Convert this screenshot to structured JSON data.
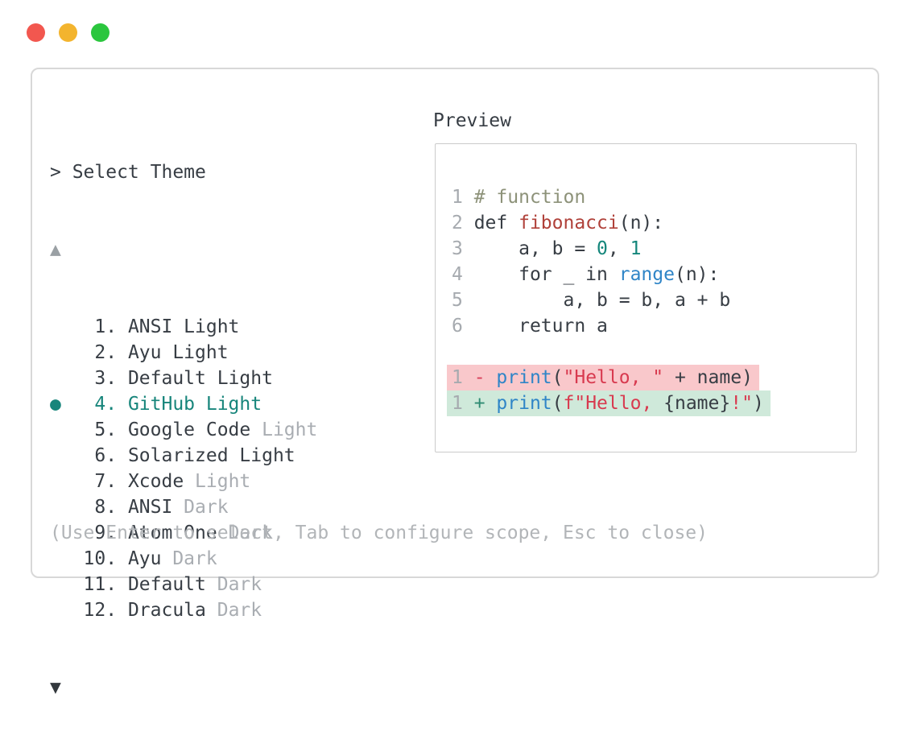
{
  "window": {
    "traffic_lights": [
      {
        "name": "close",
        "color": "#f2574f"
      },
      {
        "name": "minimize",
        "color": "#f3b42e"
      },
      {
        "name": "zoom",
        "color": "#2bc63e"
      }
    ]
  },
  "picker": {
    "prompt": "> Select Theme",
    "scroll_up_icon": "▲",
    "scroll_down_icon": "▼",
    "selected_marker": "●",
    "items": [
      {
        "num": "1",
        "name": "ANSI Light",
        "suffix": "",
        "selected": false
      },
      {
        "num": "2",
        "name": "Ayu Light",
        "suffix": "",
        "selected": false
      },
      {
        "num": "3",
        "name": "Default Light",
        "suffix": "",
        "selected": false
      },
      {
        "num": "4",
        "name": "GitHub Light",
        "suffix": "",
        "selected": true
      },
      {
        "num": "5",
        "name": "Google Code",
        "suffix": "Light",
        "selected": false
      },
      {
        "num": "6",
        "name": "Solarized Light",
        "suffix": "",
        "selected": false
      },
      {
        "num": "7",
        "name": "Xcode",
        "suffix": "Light",
        "selected": false
      },
      {
        "num": "8",
        "name": "ANSI",
        "suffix": "Dark",
        "selected": false
      },
      {
        "num": "9",
        "name": "Atom One",
        "suffix": "Dark",
        "selected": false
      },
      {
        "num": "10",
        "name": "Ayu",
        "suffix": "Dark",
        "selected": false
      },
      {
        "num": "11",
        "name": "Default",
        "suffix": "Dark",
        "selected": false
      },
      {
        "num": "12",
        "name": "Dracula",
        "suffix": "Dark",
        "selected": false
      }
    ],
    "footer_hint": "(Use Enter to select, Tab to configure scope, Esc to close)"
  },
  "preview": {
    "title": "Preview",
    "code_lines": [
      {
        "num": "1",
        "tokens": [
          [
            "comment",
            "# function"
          ]
        ]
      },
      {
        "num": "2",
        "tokens": [
          [
            "plain",
            "def "
          ],
          [
            "func",
            "fibonacci"
          ],
          [
            "plain",
            "(n):"
          ]
        ]
      },
      {
        "num": "3",
        "tokens": [
          [
            "plain",
            "    a, b = "
          ],
          [
            "number",
            "0"
          ],
          [
            "plain",
            ", "
          ],
          [
            "number",
            "1"
          ]
        ]
      },
      {
        "num": "4",
        "tokens": [
          [
            "plain",
            "    for _ in "
          ],
          [
            "builtin",
            "range"
          ],
          [
            "plain",
            "(n):"
          ]
        ]
      },
      {
        "num": "5",
        "tokens": [
          [
            "plain",
            "        a, b = b, a + b"
          ]
        ]
      },
      {
        "num": "6",
        "tokens": [
          [
            "plain",
            "    return a"
          ]
        ]
      }
    ],
    "diff_lines": [
      {
        "num": "1",
        "kind": "removed",
        "tokens": [
          [
            "sign-removed",
            "- "
          ],
          [
            "builtin",
            "print"
          ],
          [
            "plain",
            "("
          ],
          [
            "string",
            "\"Hello, \""
          ],
          [
            "plain",
            " + name)"
          ]
        ]
      },
      {
        "num": "1",
        "kind": "added",
        "tokens": [
          [
            "sign-added",
            "+ "
          ],
          [
            "builtin",
            "print"
          ],
          [
            "plain",
            "("
          ],
          [
            "string",
            "f\"Hello, "
          ],
          [
            "plain",
            "{name}"
          ],
          [
            "string",
            "!\""
          ],
          [
            "plain",
            ")"
          ]
        ]
      }
    ]
  },
  "colors": {
    "text_dark": "#373d44",
    "text_gray": "#a9adb2",
    "footer_gray": "#b2b5b8",
    "selection_teal": "#17857b",
    "comment": "#8d9279",
    "function_red": "#b0413a",
    "string_red": "#d83a4f",
    "builtin_blue": "#2f85c7",
    "number_teal": "#14867b",
    "diff_removed_bg": "#f9c8cb",
    "diff_added_bg": "#cfe9da",
    "window_border": "#d8d8d8",
    "preview_border": "#cbcbcb"
  }
}
